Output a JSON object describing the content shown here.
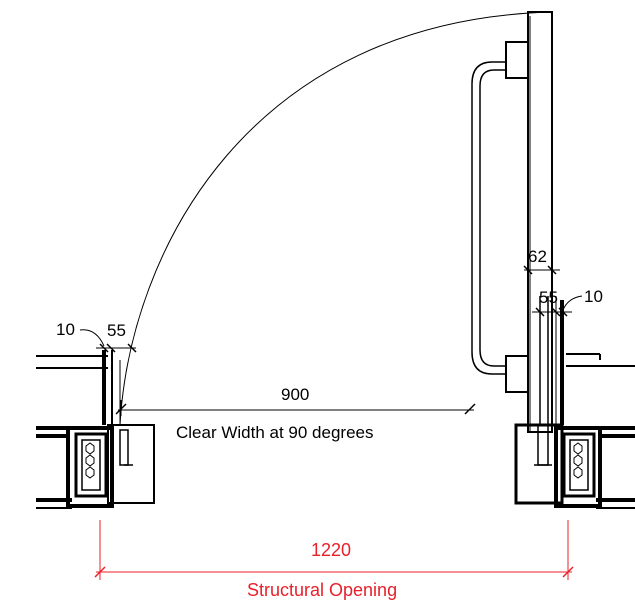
{
  "drawing": {
    "labels": {
      "left_gap": "10",
      "left_jamb": "55",
      "right_gap": "10",
      "right_jamb": "55",
      "handle_projection": "62",
      "clear_width_value": "900",
      "clear_width_caption": "Clear Width at 90 degrees",
      "opening_value": "1220",
      "opening_caption": "Structural Opening"
    },
    "colors": {
      "linework": "#000000",
      "structural_dimension": "#e8202a"
    }
  }
}
